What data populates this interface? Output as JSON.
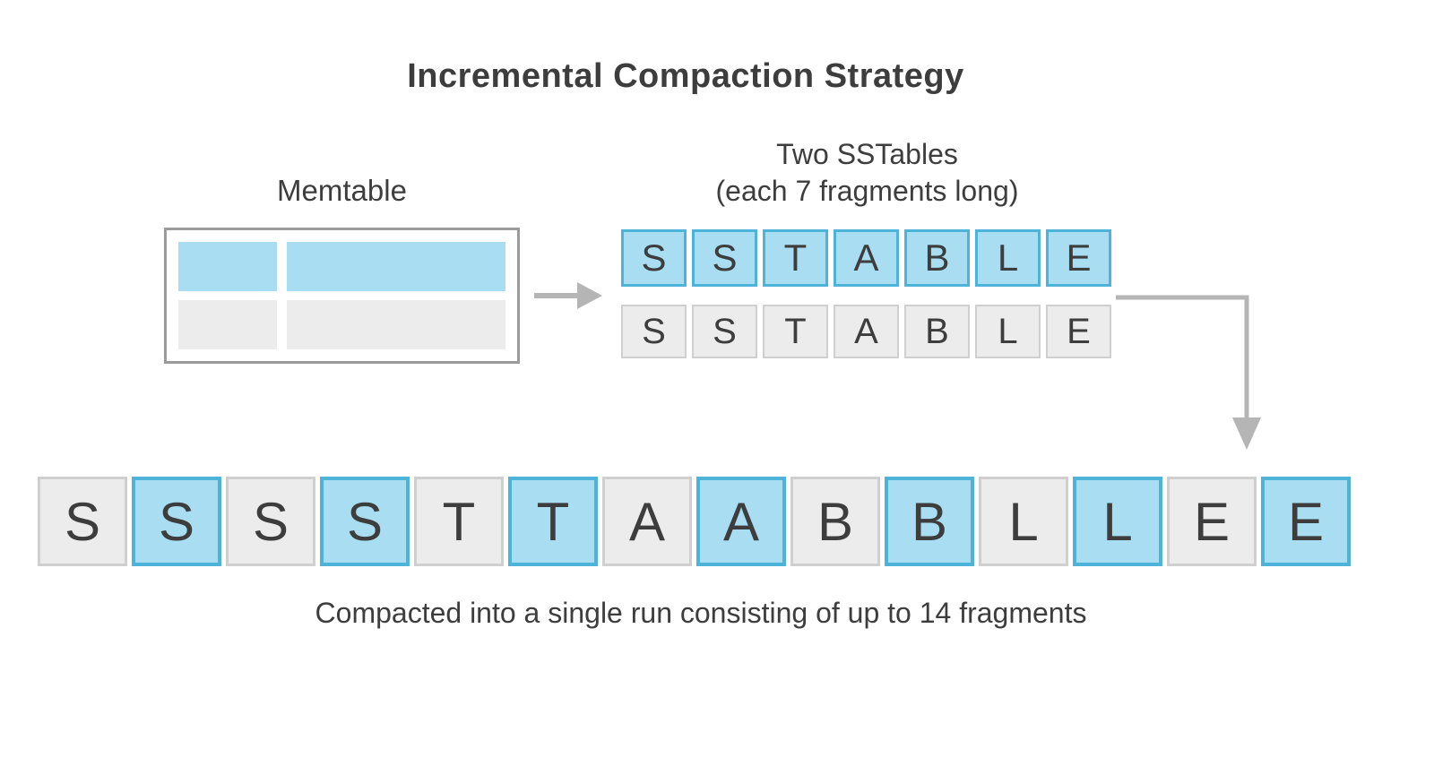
{
  "title": "Incremental Compaction Strategy",
  "memtable": {
    "label": "Memtable",
    "rows": [
      {
        "variant": "blue"
      },
      {
        "variant": "gray"
      }
    ]
  },
  "sstables": {
    "label_line1": "Two SSTables",
    "label_line2": "(each 7 fragments long)",
    "top_row": [
      "S",
      "S",
      "T",
      "A",
      "B",
      "L",
      "E"
    ],
    "bottom_row": [
      "S",
      "S",
      "T",
      "A",
      "B",
      "L",
      "E"
    ]
  },
  "compacted": {
    "caption": "Compacted into a single run consisting of up to 14 fragments",
    "tiles": [
      {
        "letter": "S",
        "variant": "gray"
      },
      {
        "letter": "S",
        "variant": "blue"
      },
      {
        "letter": "S",
        "variant": "gray"
      },
      {
        "letter": "S",
        "variant": "blue"
      },
      {
        "letter": "T",
        "variant": "gray"
      },
      {
        "letter": "T",
        "variant": "blue"
      },
      {
        "letter": "A",
        "variant": "gray"
      },
      {
        "letter": "A",
        "variant": "blue"
      },
      {
        "letter": "B",
        "variant": "gray"
      },
      {
        "letter": "B",
        "variant": "blue"
      },
      {
        "letter": "L",
        "variant": "gray"
      },
      {
        "letter": "L",
        "variant": "blue"
      },
      {
        "letter": "E",
        "variant": "gray"
      },
      {
        "letter": "E",
        "variant": "blue"
      }
    ]
  },
  "colors": {
    "blue_fill": "#a9ddf1",
    "blue_border": "#4db3d9",
    "gray_fill": "#ececec",
    "gray_border": "#cfcfcf",
    "box_border": "#9b9b9b",
    "arrow": "#b5b5b5",
    "text": "#3d3d3d"
  }
}
